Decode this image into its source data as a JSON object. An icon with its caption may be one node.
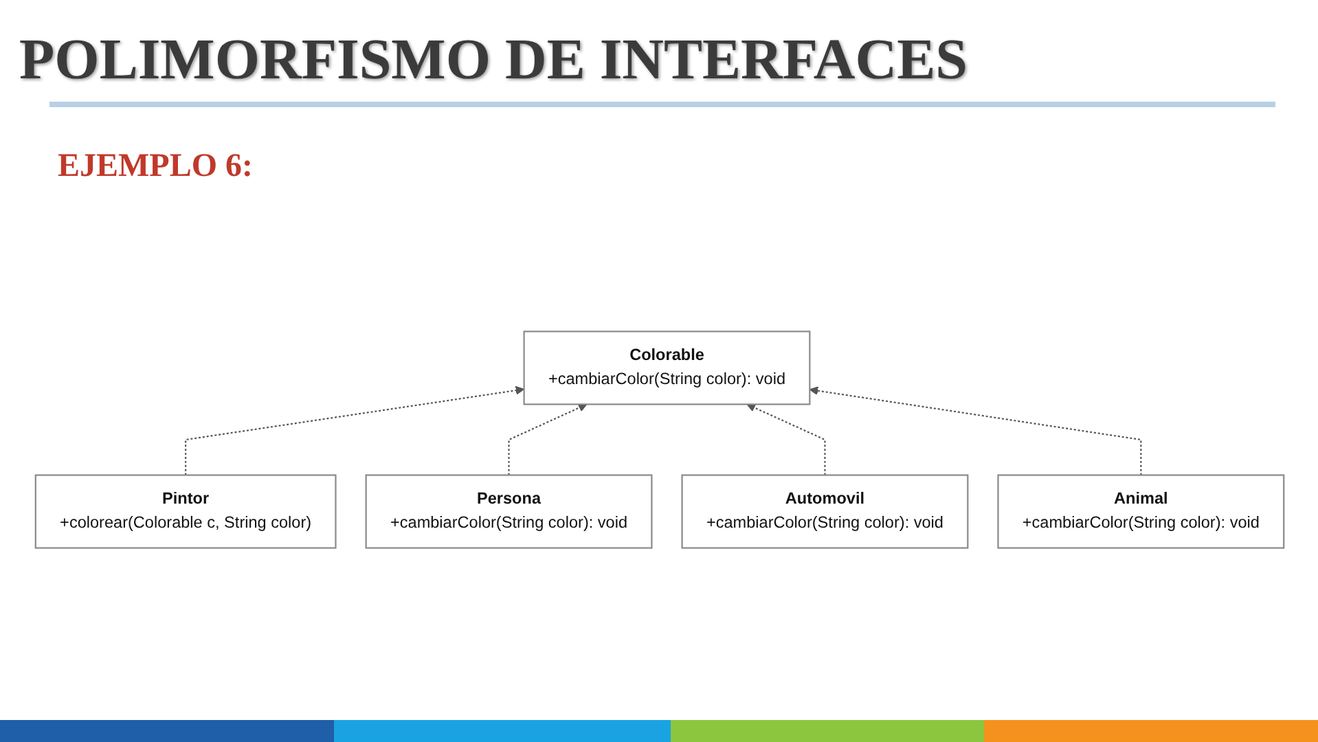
{
  "diagram": {
    "title": "POLIMORFISMO DE INTERFACES",
    "nodes": [
      {
        "text": [
          "Pintor",
          "+colorear(Colorable c, String color)"
        ]
      },
      {
        "text": [
          "Colorable",
          "+cambiarColor(String color): void"
        ]
      },
      {
        "text": [
          "Persona",
          "+cambiarColor(String color): void"
        ]
      },
      {
        "text": [
          "Automovil",
          "+cambiarColor(String color): void"
        ]
      },
      {
        "text": [
          "Animal",
          "+cambiarColor(String color): void"
        ]
      }
    ],
    "edges": [
      {
        "from": 0,
        "to": 1,
        "arrow": "to",
        "style": "dashed"
      },
      {
        "from": 2,
        "to": 1,
        "arrow": "to",
        "style": "dashed"
      },
      {
        "from": 3,
        "to": 1,
        "arrow": "to",
        "style": "dashed"
      },
      {
        "from": 4,
        "to": 1,
        "arrow": "to",
        "style": "dashed"
      }
    ],
    "labels": [
      "EJEMPLO 6:"
    ]
  }
}
